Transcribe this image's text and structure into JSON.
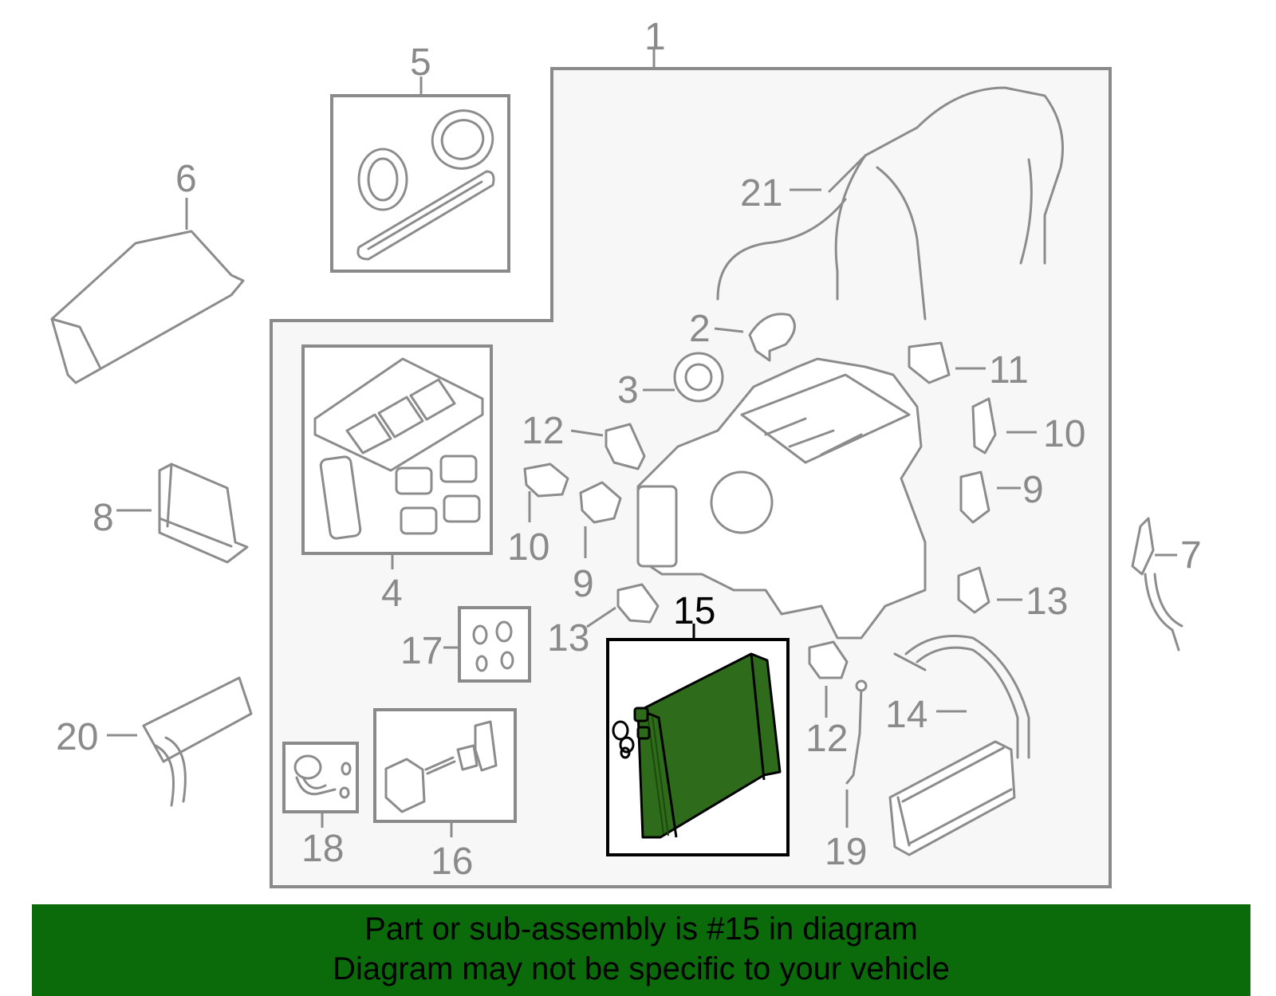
{
  "callouts": {
    "c1": "1",
    "c2": "2",
    "c3": "3",
    "c4": "4",
    "c5": "5",
    "c6": "6",
    "c7": "7",
    "c8": "8",
    "c9a": "9",
    "c9b": "9",
    "c10a": "10",
    "c10b": "10",
    "c11": "11",
    "c12a": "12",
    "c12b": "12",
    "c13a": "13",
    "c13b": "13",
    "c14": "14",
    "c15": "15",
    "c16": "16",
    "c17": "17",
    "c18": "18",
    "c19": "19",
    "c20": "20",
    "c21": "21"
  },
  "highlight": {
    "part_number": "15",
    "color": "#2e6b1a",
    "stroke": "#000000"
  },
  "colors": {
    "line": "#8c8c8c",
    "banner": "#0b6b0b",
    "banner_text": "#000000"
  },
  "banner": {
    "line1": "Part or sub-assembly is #15 in diagram",
    "line2": "Diagram may not be specific to your vehicle"
  }
}
